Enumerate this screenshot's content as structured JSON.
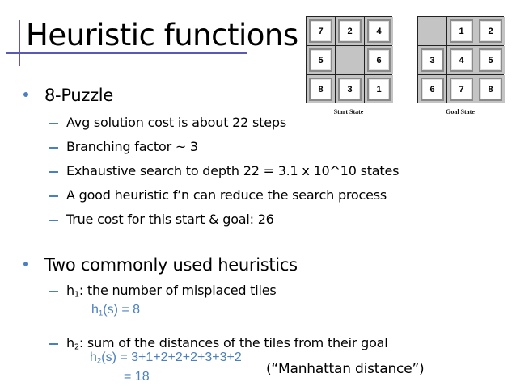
{
  "title": "Heuristic functions",
  "colors": {
    "accent_line": "#5a5ab4",
    "bullet": "#4a7fc1",
    "formula": "#4a7fc1",
    "blank_cell": "#c4c4c4"
  },
  "start_state": {
    "label": "Start State",
    "tiles": [
      "7",
      "2",
      "4",
      "5",
      "",
      "6",
      "8",
      "3",
      "1"
    ]
  },
  "goal_state": {
    "label": "Goal State",
    "tiles": [
      "",
      "1",
      "2",
      "3",
      "4",
      "5",
      "6",
      "7",
      "8"
    ]
  },
  "bullets": [
    {
      "text": "8-Puzzle",
      "sub": [
        "Avg solution cost is about 22 steps",
        "Branching factor ~ 3",
        "Exhaustive search to depth 22 = 3.1 x 10^10 states",
        "A good heuristic f’n can reduce the search process",
        "True cost for this start & goal: 26"
      ]
    },
    {
      "text": "Two commonly used heuristics",
      "sub": [
        {
          "h": "h",
          "sub": "1",
          "rest": ": the number of misplaced tiles"
        },
        {
          "h": "h",
          "sub": "2",
          "rest": ": sum of the distances of the tiles from their goal"
        }
      ]
    }
  ],
  "formulas": {
    "h1": {
      "h": "h",
      "sub": "1",
      "rest": "(s) = 8"
    },
    "h2": {
      "h": "h",
      "sub": "2",
      "rest": "(s) = 3+1+2+2+2+3+3+2"
    },
    "h2_total": "= 18",
    "manhattan": "(“Manhattan distance”)"
  }
}
